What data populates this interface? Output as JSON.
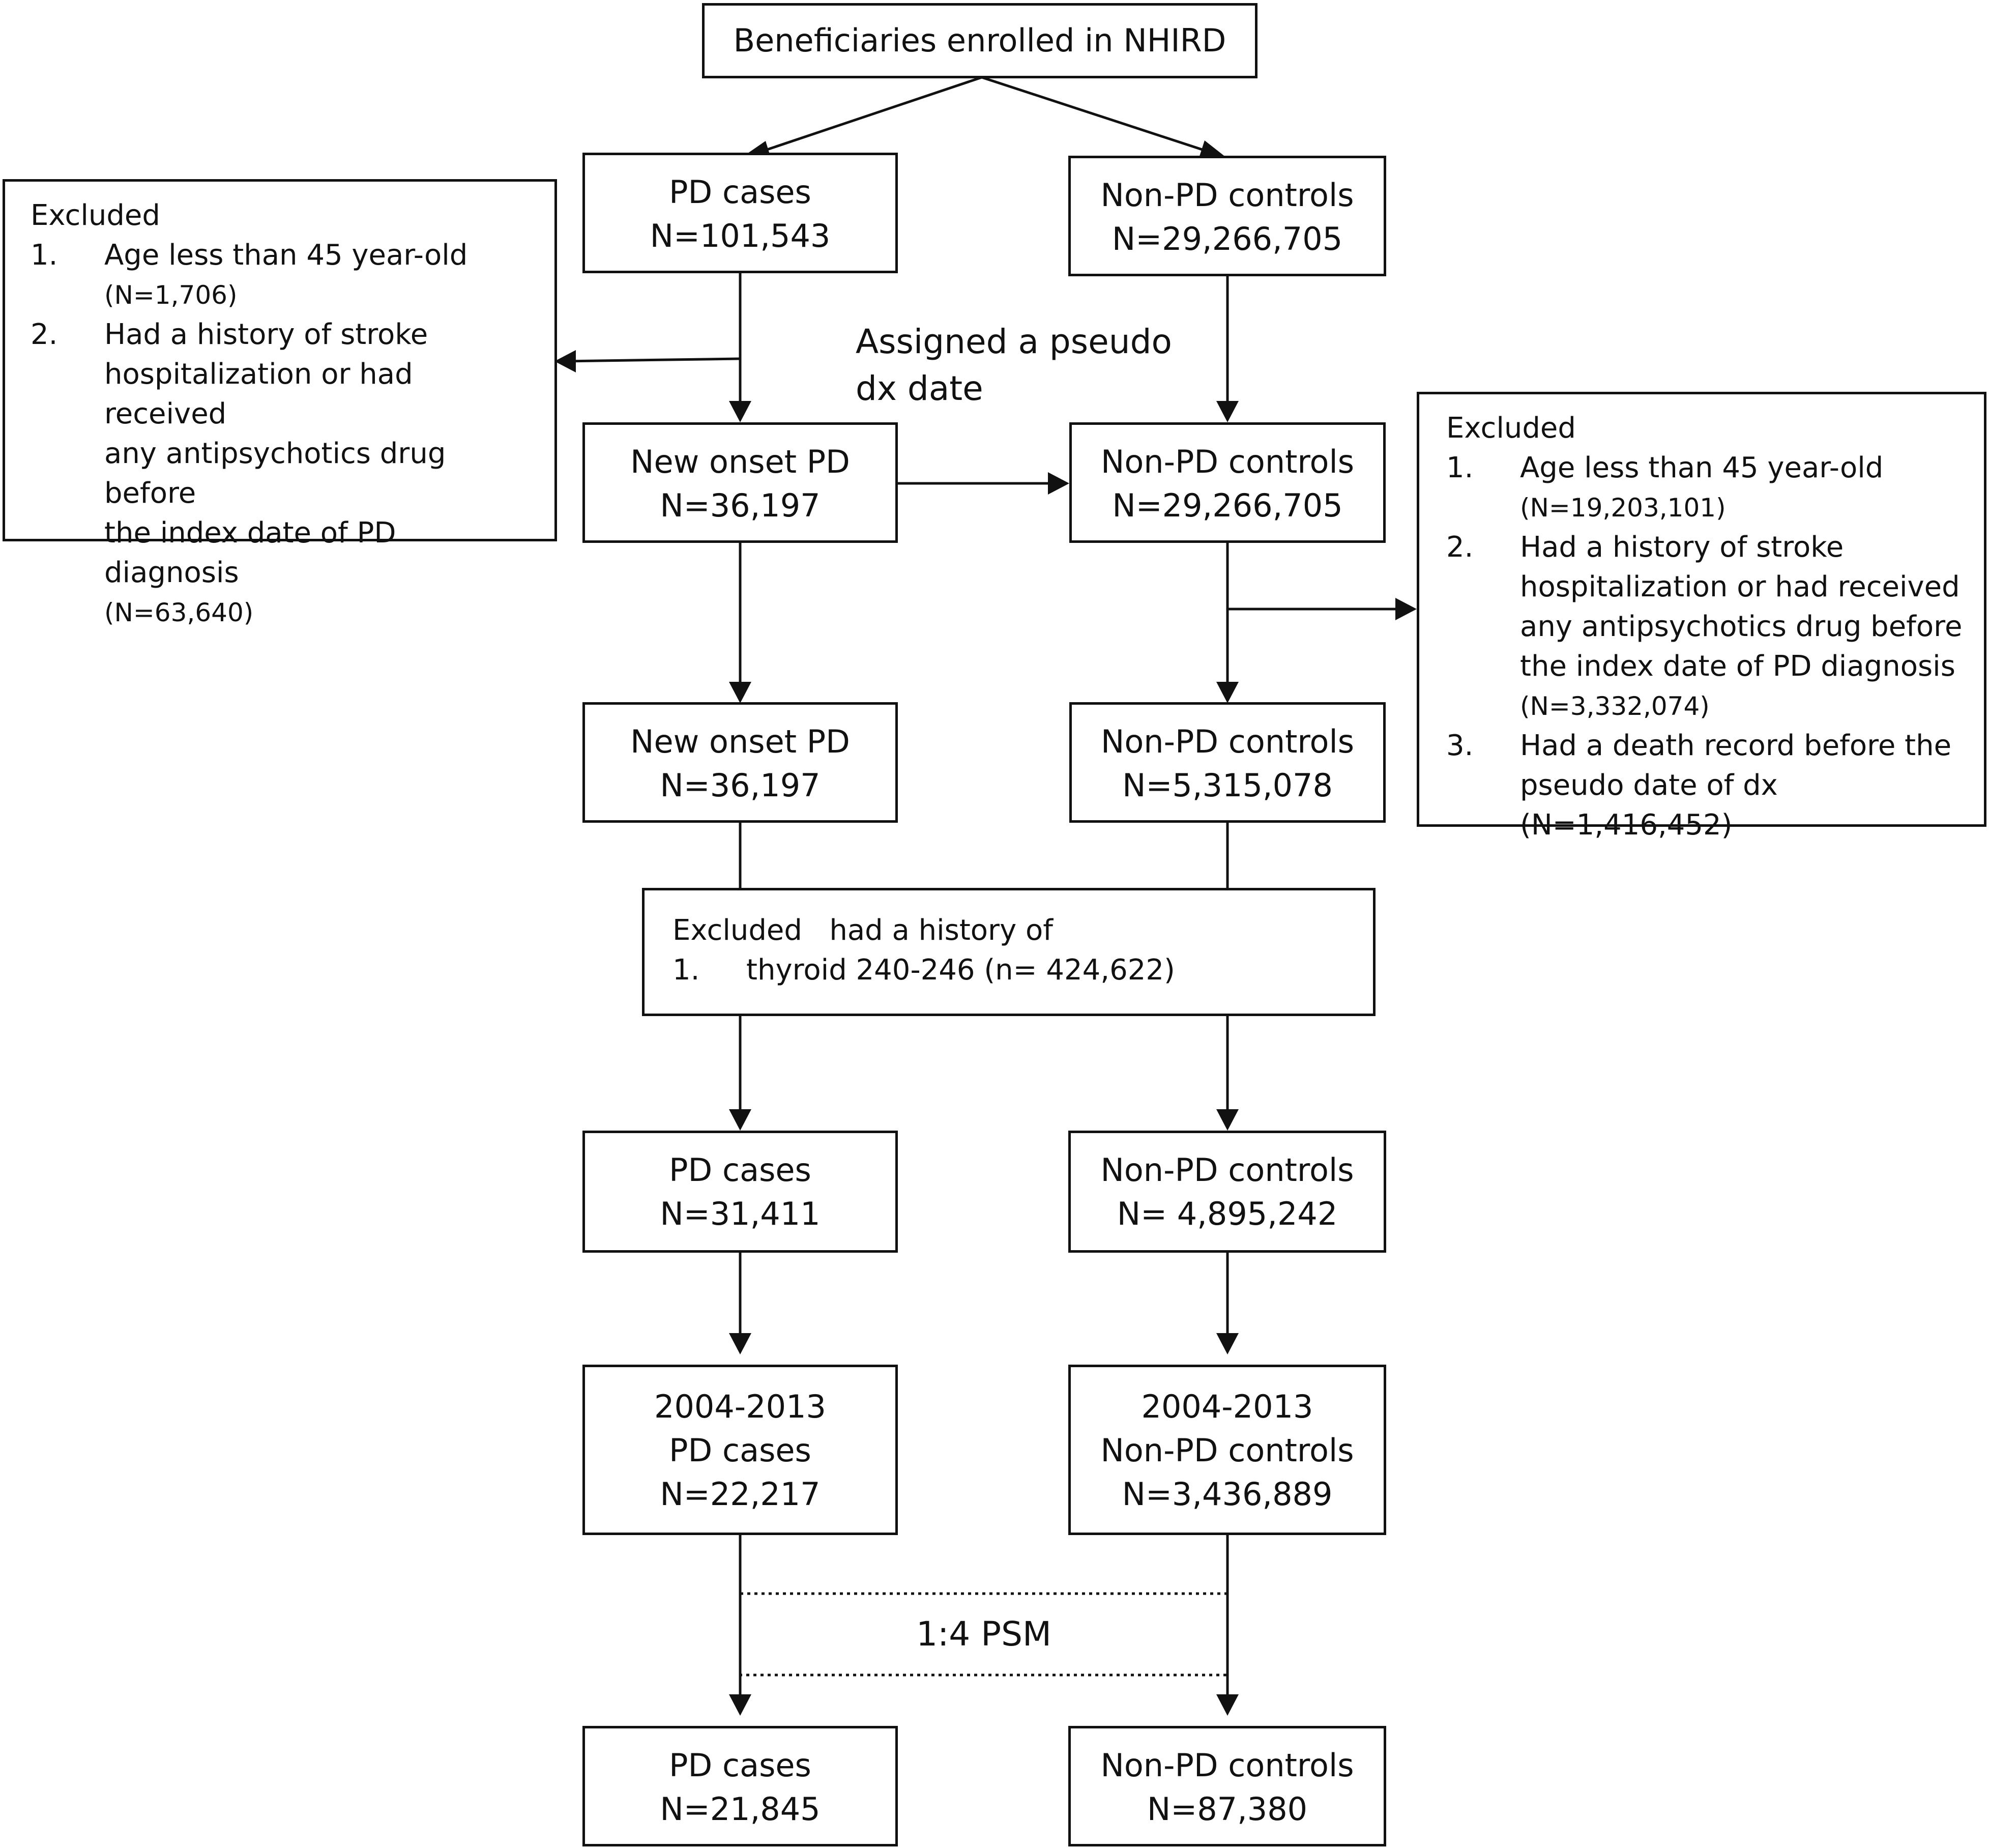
{
  "top": {
    "label": "Beneficiaries enrolled in NHIRD"
  },
  "left": {
    "pd1": {
      "title": "PD cases",
      "n": "N=101,543"
    },
    "pd2": {
      "title": "New onset PD",
      "n": "N=36,197"
    },
    "pd3": {
      "title": "New onset PD",
      "n": "N=36,197"
    },
    "pd4": {
      "title": "PD cases",
      "n": "N=31,411"
    },
    "pd5": {
      "years": "2004-2013",
      "title": "PD cases",
      "n": "N=22,217"
    },
    "pd6": {
      "title": "PD cases",
      "n": "N=21,845"
    }
  },
  "right": {
    "c1": {
      "title": "Non-PD controls",
      "n": "N=29,266,705"
    },
    "c2": {
      "title": "Non-PD controls",
      "n": "N=29,266,705"
    },
    "c3": {
      "title": "Non-PD controls",
      "n": "N=5,315,078"
    },
    "c4": {
      "title": "Non-PD controls",
      "n": "N= 4,895,242"
    },
    "c5": {
      "years": "2004-2013",
      "title": "Non-PD controls",
      "n": "N=3,436,889"
    },
    "c6": {
      "title": "Non-PD controls",
      "n": "N=87,380"
    }
  },
  "assigned": {
    "line1": "Assigned a pseudo",
    "line2": "dx date"
  },
  "excl_left": {
    "heading": "Excluded",
    "items": [
      {
        "num": "1.",
        "text": "Age less than 45 year-old",
        "n": "(N=1,706)"
      },
      {
        "num": "2.",
        "text1": "Had a history of stroke",
        "text2": "hospitalization or had received",
        "text3": "any antipsychotics drug before",
        "text4": "the index date of PD diagnosis",
        "n": "(N=63,640)"
      }
    ]
  },
  "excl_right": {
    "heading": "Excluded",
    "items": [
      {
        "num": "1.",
        "text": "Age less than 45 year-old",
        "n": "(N=19,203,101)"
      },
      {
        "num": "2.",
        "text1": "Had a history of stroke",
        "text2": "hospitalization or had received",
        "text3": "any antipsychotics drug before",
        "text4": "the index date of PD diagnosis",
        "n": "(N=3,332,074)"
      },
      {
        "num": "3.",
        "text1": "Had a death record before the",
        "text2": "pseudo date of dx (N=1,416,452)"
      }
    ]
  },
  "excl_mid": {
    "heading": "Excluded   had a history of",
    "num": "1.",
    "text": "thyroid 240-246 (n= 424,622)"
  },
  "psm": {
    "label": "1:4 PSM"
  }
}
